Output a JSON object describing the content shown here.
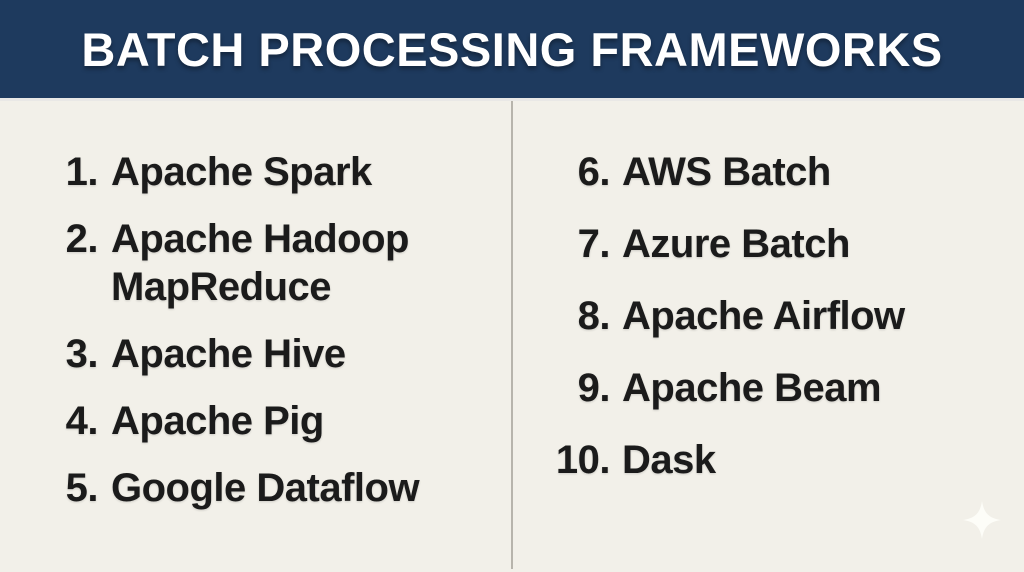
{
  "header": {
    "title": "BATCH PROCESSING FRAMEWORKS"
  },
  "list": {
    "left": [
      {
        "num": "1.",
        "label": "Apache Spark"
      },
      {
        "num": "2.",
        "label": "Apache Hadoop MapReduce"
      },
      {
        "num": "3.",
        "label": "Apache Hive"
      },
      {
        "num": "4.",
        "label": "Apache Pig"
      },
      {
        "num": "5.",
        "label": "Google Dataflow"
      }
    ],
    "right": [
      {
        "num": "6.",
        "label": "AWS Batch"
      },
      {
        "num": "7.",
        "label": "Azure Batch"
      },
      {
        "num": "8.",
        "label": "Apache Airflow"
      },
      {
        "num": "9.",
        "label": "Apache Beam"
      },
      {
        "num": "10.",
        "label": "Dask"
      }
    ]
  },
  "icons": {
    "sparkle": "four-point-star"
  },
  "colors": {
    "header_bg": "#1e3a5e",
    "header_separator": "#e9e8e6",
    "title_color": "#ffffff",
    "body_bg": "#f2f0e9",
    "text_color": "#1b1b1b",
    "divider": "#b7b4ac",
    "sparkle_color": "#fdfdf8"
  }
}
